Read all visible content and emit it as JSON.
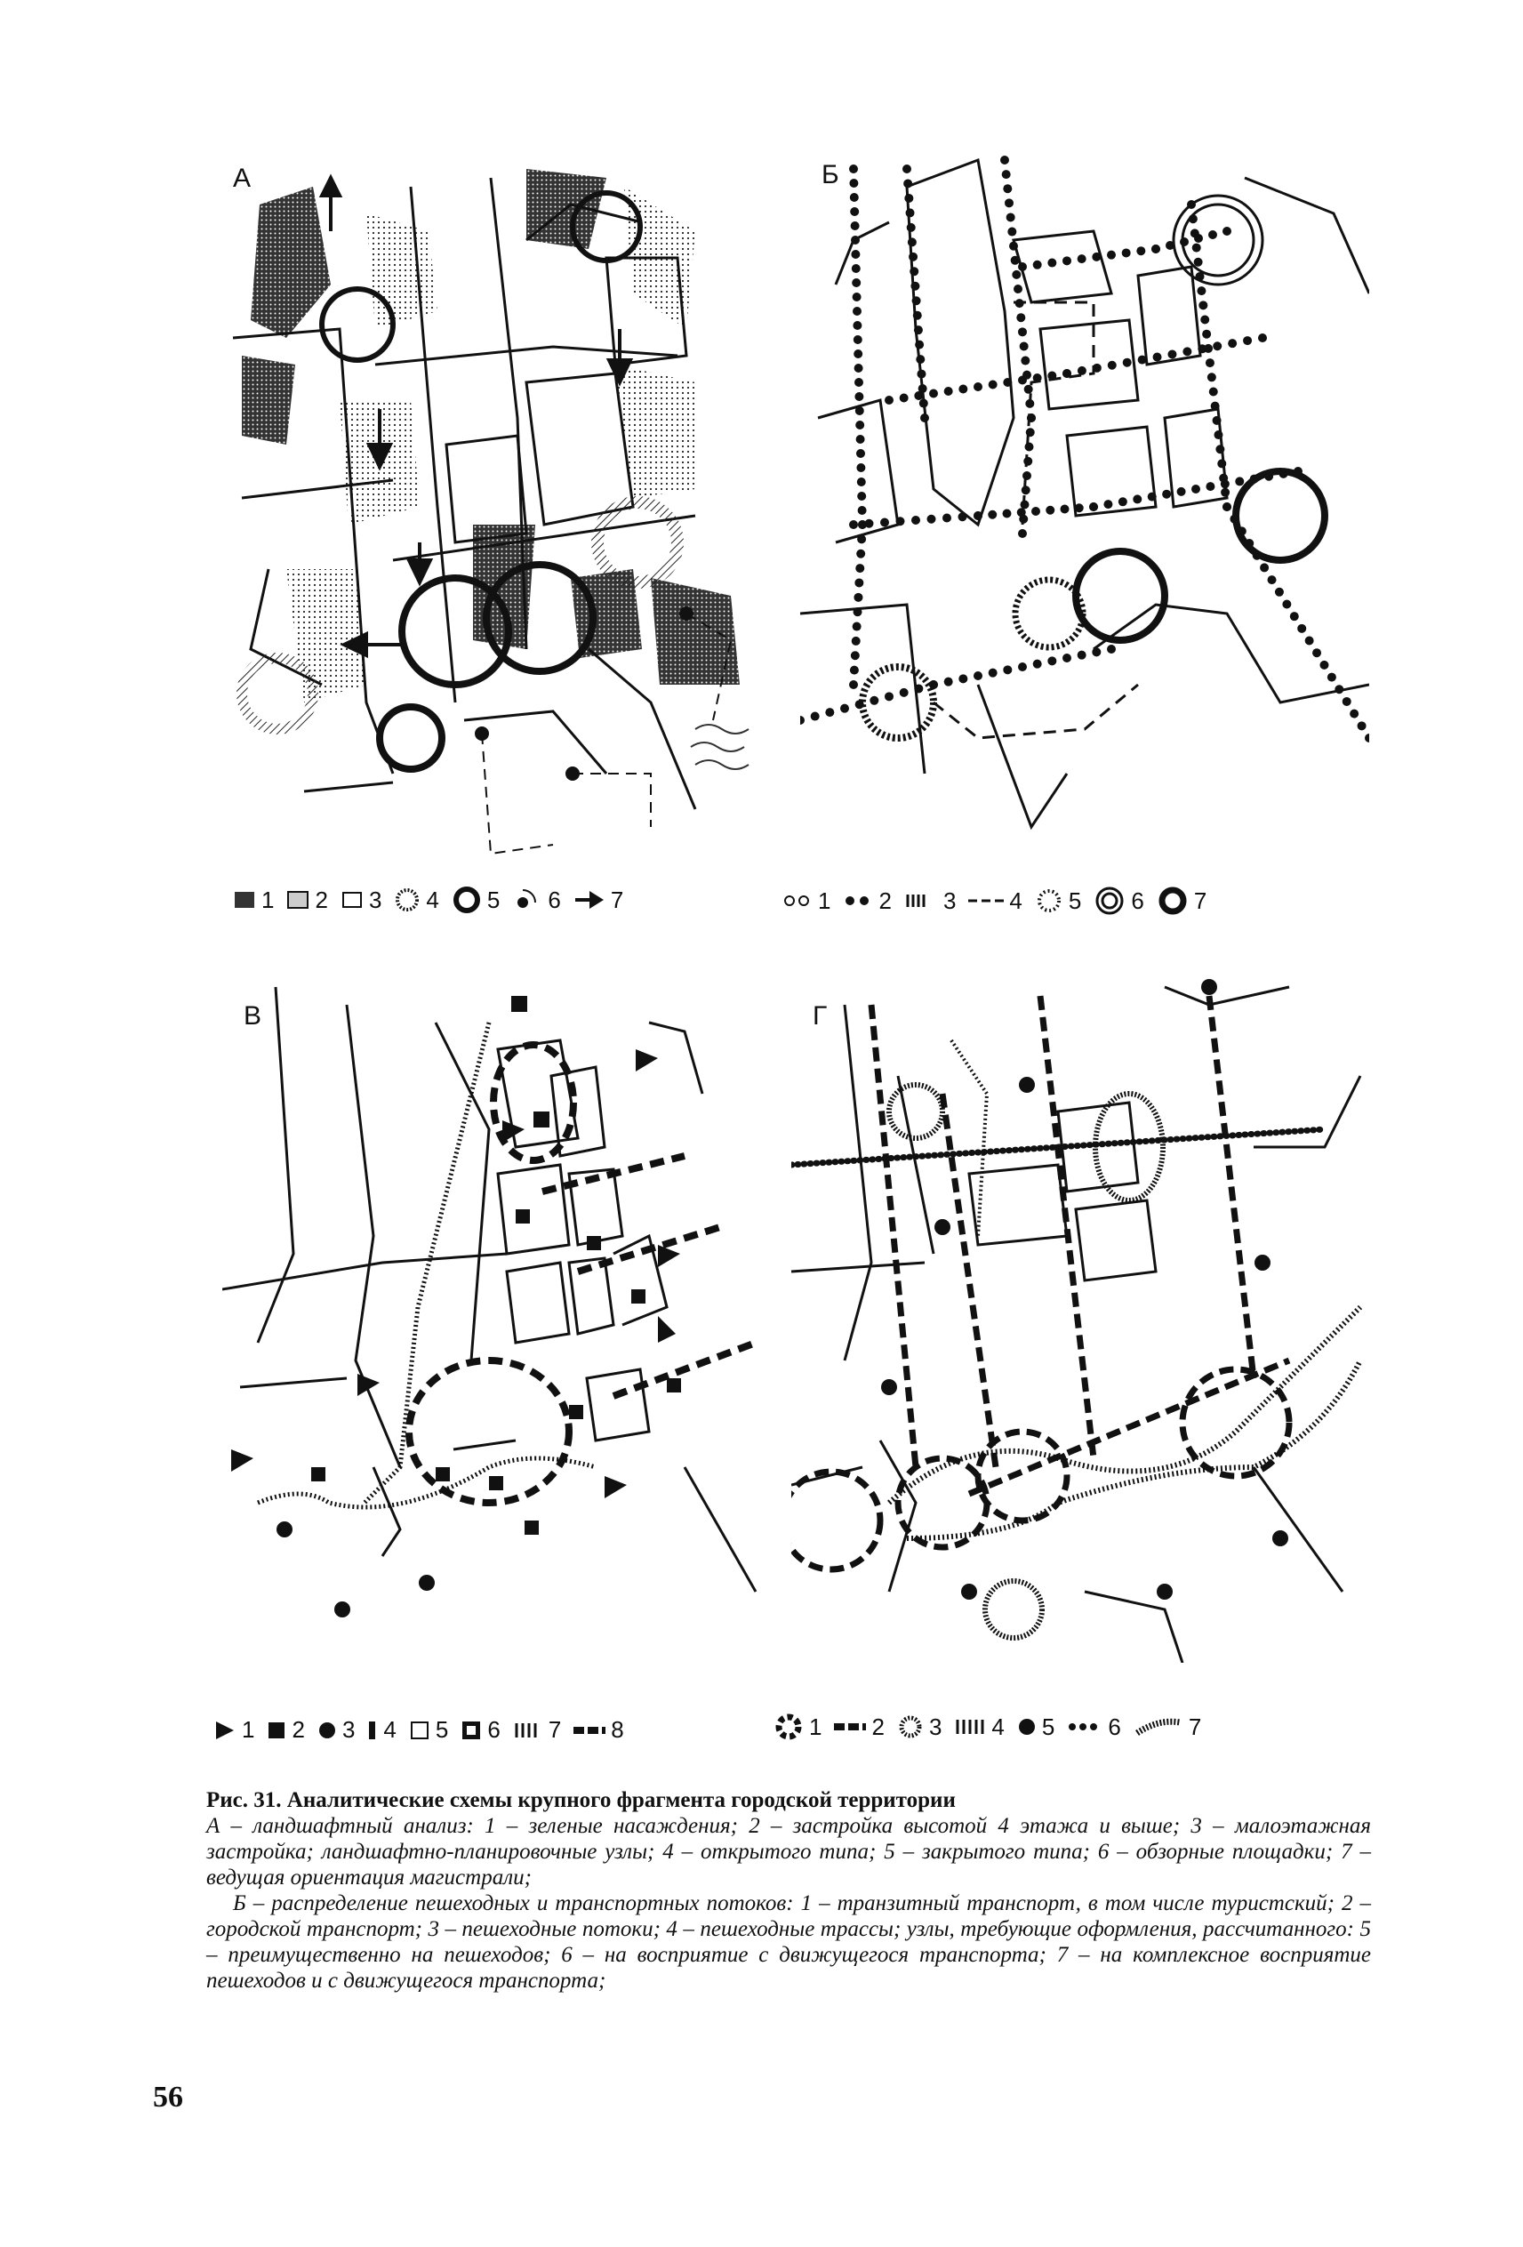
{
  "panels": [
    {
      "id": "A",
      "label": "А"
    },
    {
      "id": "B",
      "label": "Б"
    },
    {
      "id": "V",
      "label": "В"
    },
    {
      "id": "G",
      "label": "Г"
    }
  ],
  "legend_top_left": [
    "1",
    "2",
    "3",
    "4",
    "5",
    "6",
    "7"
  ],
  "legend_top_right": [
    "1",
    "2",
    "3",
    "4",
    "5",
    "6",
    "7"
  ],
  "legend_bottom_left": [
    "1",
    "2",
    "3",
    "4",
    "5",
    "6",
    "7",
    "8"
  ],
  "legend_bottom_right": [
    "1",
    "2",
    "3",
    "4",
    "5",
    "6",
    "7"
  ],
  "caption": {
    "title": "Рис. 31. Аналитические схемы крупного фрагмента городской территории",
    "para_a": "А – ландшафтный анализ: 1 – зеленые насаждения; 2 – застройка высотой 4 этажа и выше; 3 – малоэтажная застройка; ландшафтно-планировочные узлы; 4 – открытого типа; 5 – закрытого типа; 6 – обзорные площадки; 7 – ведущая ориентация магистрали;",
    "para_b": "Б – распределение пешеходных и транспортных потоков: 1 – транзитный транспорт, в том числе туристский; 2 – городской транспорт; 3 – пешеходные потоки; 4 – пешеходные трассы; узлы, требующие оформления, рассчитанного: 5 – преимущественно на пешеходов; 6 – на восприятие с движущегося транспорта; 7 – на комплексное восприятие пешеходов и с движущегося транспорта;"
  },
  "page_number": "56"
}
